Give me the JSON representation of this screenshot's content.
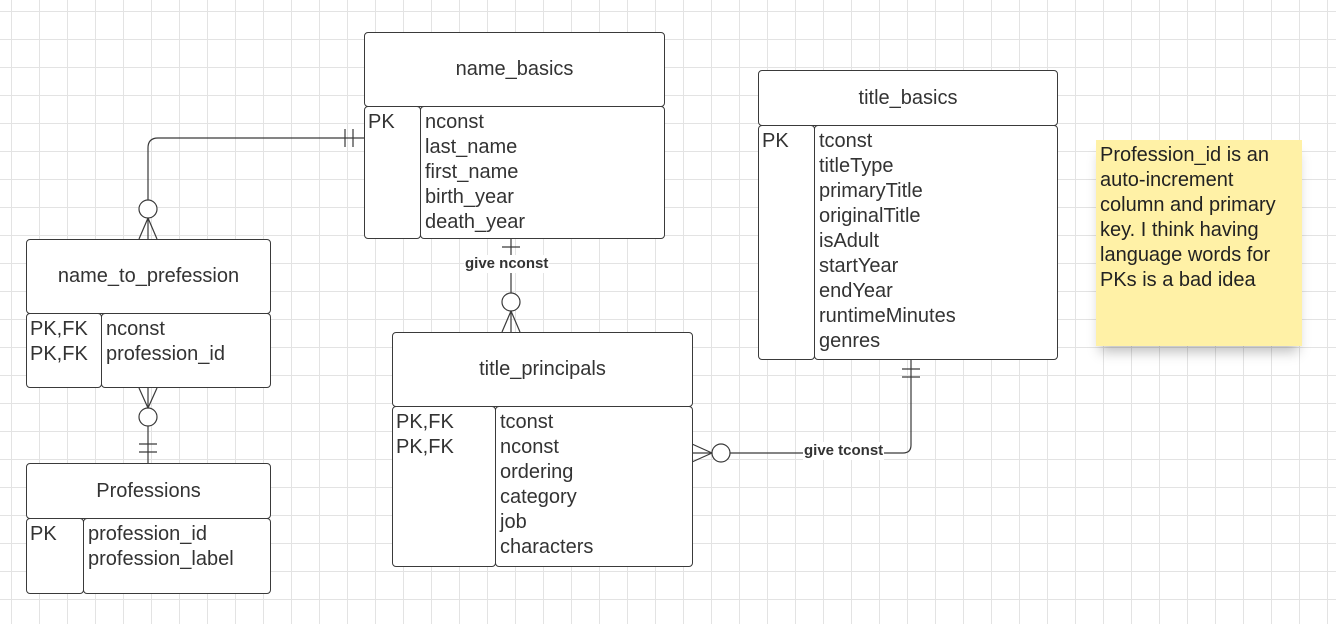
{
  "entities": {
    "name_basics": {
      "title": "name_basics",
      "keys": [
        "PK"
      ],
      "attributes": [
        "nconst",
        "last_name",
        "first_name",
        "birth_year",
        "death_year"
      ]
    },
    "title_basics": {
      "title": "title_basics",
      "keys": [
        "PK"
      ],
      "attributes": [
        "tconst",
        "titleType",
        "primaryTitle",
        "originalTitle",
        "isAdult",
        "startYear",
        "endYear",
        "runtimeMinutes",
        "genres"
      ]
    },
    "name_to_prefession": {
      "title": "name_to_prefession",
      "keys": [
        "PK,FK",
        "PK,FK"
      ],
      "attributes": [
        "nconst",
        "profession_id"
      ]
    },
    "title_principals": {
      "title": "title_principals",
      "keys": [
        "PK,FK",
        "PK,FK"
      ],
      "attributes": [
        "tconst",
        "nconst",
        "ordering",
        "category",
        "job",
        "characters"
      ]
    },
    "professions": {
      "title": "Professions",
      "keys": [
        "PK"
      ],
      "attributes": [
        "profession_id",
        "profession_label"
      ]
    }
  },
  "relationships": {
    "give_nconst": "give nconst",
    "give_tconst": "give tconst"
  },
  "note": {
    "text": "Profession_id is an auto-increment column and primary key. I think having language words for PKs is a bad idea",
    "color": "#fff1a6"
  },
  "colors": {
    "line": "#3a3a3a",
    "grid": "#e3e3e3"
  }
}
